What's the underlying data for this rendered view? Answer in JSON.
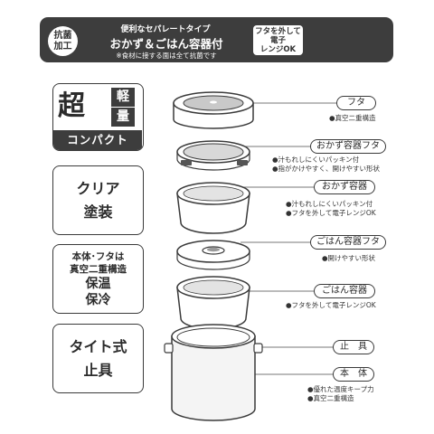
{
  "banner": {
    "badge_line1": "抗菌",
    "badge_line2": "加工",
    "subtitle": "便利なセパレートタイプ",
    "title": "おかず＆ごはん容器付",
    "note": "※食材に接する面は全て抗菌です",
    "box_line1": "フタを外して",
    "box_line2": "電子",
    "box_line3": "レンジOK"
  },
  "features": {
    "lightweight": {
      "big": "超",
      "char1": "軽",
      "char2": "量",
      "bottom": "コンパクト"
    },
    "coating": {
      "line1": "クリア",
      "line2": "塗装"
    },
    "insulation": {
      "line1": "本体･フタは",
      "line2": "真空二重構造",
      "line3": "保温",
      "line4": "保冷"
    },
    "latch": {
      "line1": "タイト式",
      "line2": "止具"
    }
  },
  "parts": [
    {
      "label": "フタ",
      "notes": [
        "●真空二重構造"
      ]
    },
    {
      "label": "おかず容器フタ",
      "notes": [
        "●汁もれしにくいパッキン付",
        "●指がかけやすく、開けやすい形状"
      ]
    },
    {
      "label": "おかず容器",
      "notes": [
        "●汁もれしにくいパッキン付",
        "●フタを外して電子レンジOK"
      ]
    },
    {
      "label": "ごはん容器フタ",
      "notes": [
        "●開けやすい形状"
      ]
    },
    {
      "label": "ごはん容器",
      "notes": [
        "●フタを外して電子レンジOK"
      ]
    },
    {
      "label": "止　具",
      "notes": []
    },
    {
      "label": "本　体",
      "notes": [
        "●優れた温度キープ力",
        "●真空二重構造"
      ]
    }
  ]
}
